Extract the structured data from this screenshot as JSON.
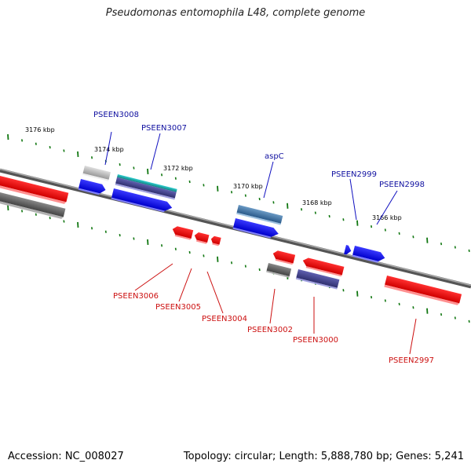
{
  "title": "Pseudomonas entomophila L48, complete genome",
  "footer": {
    "accession": "Accession: NC_008027",
    "summary": "Topology: circular; Length: 5,888,780 bp; Genes: 5,241"
  },
  "colors": {
    "forward_gene": "#0a0ae6",
    "reverse_gene": "#ee1111",
    "forward_label": "#1010a0",
    "reverse_label": "#cc1010",
    "tick_green": "#117711",
    "backbone": "#777777"
  },
  "ruler_labels": [
    "3176 kbp",
    "3174 kbp",
    "3172 kbp",
    "3170 kbp",
    "3168 kbp",
    "3166 kbp"
  ],
  "gene_labels": {
    "top": [
      "PSEEN3008",
      "PSEEN3007",
      "aspC",
      "PSEEN2999",
      "PSEEN2998"
    ],
    "bottom": [
      "PSEEN3006",
      "PSEEN3005",
      "PSEEN3004",
      "PSEEN3002",
      "PSEEN3000",
      "PSEEN2997"
    ]
  }
}
